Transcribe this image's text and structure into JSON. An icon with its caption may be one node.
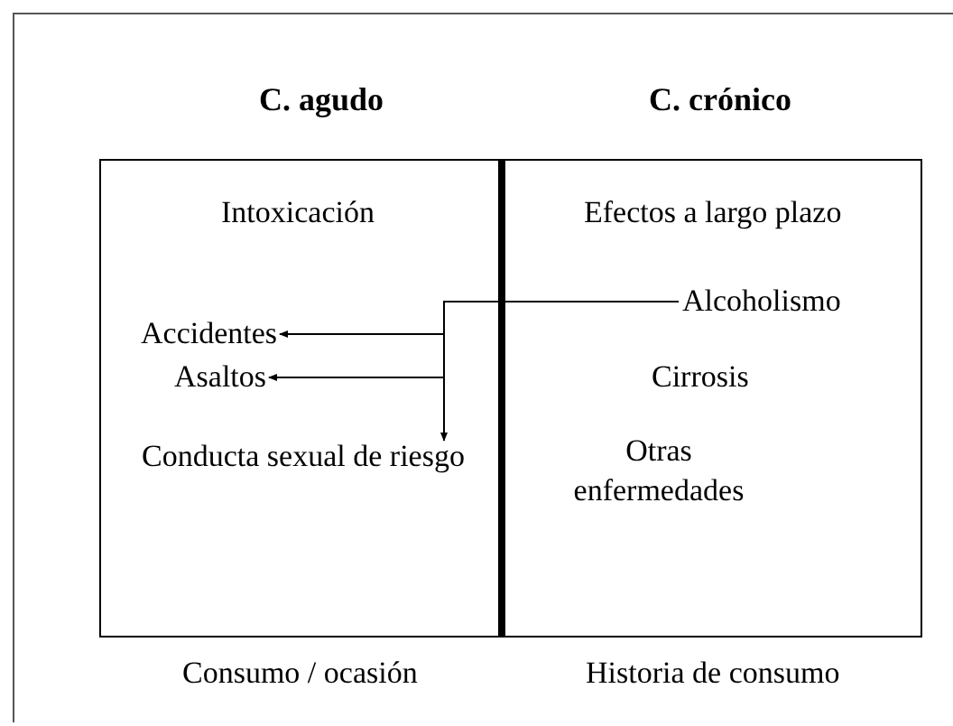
{
  "diagram": {
    "nodes": [
      {
        "text": [
          "Alcoholismo"
        ]
      },
      {
        "text": [
          "Accidentes"
        ]
      },
      {
        "text": [
          "Asaltos"
        ]
      },
      {
        "text": [
          "Conducta sexual de riesgo"
        ]
      }
    ],
    "edges": [
      {
        "from": 0,
        "to": 1,
        "arrow": "to"
      },
      {
        "from": 0,
        "to": 2,
        "arrow": "to"
      },
      {
        "from": 0,
        "to": 3,
        "arrow": "to"
      }
    ],
    "labels": [
      "C. agudo",
      "C. crónico",
      "Intoxicación",
      "Efectos a largo plazo",
      "Cirrosis",
      "Otras enfermedades",
      "Consumo / ocasión",
      "Historia de consumo"
    ]
  }
}
